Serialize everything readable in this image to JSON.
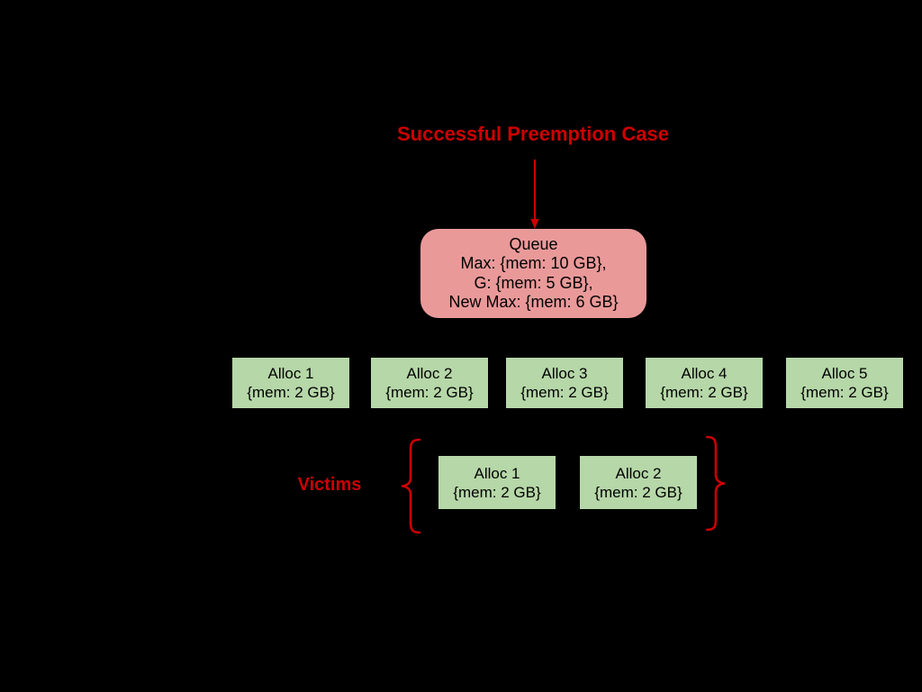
{
  "diagram": {
    "title": "Successful Preemption Case",
    "queue": {
      "lines": [
        "Queue",
        "Max: {mem: 10 GB},",
        "G: {mem: 5 GB},",
        "New Max: {mem: 6 GB}"
      ]
    },
    "allocations": [
      {
        "name": "Alloc 1",
        "mem": "{mem: 2 GB}"
      },
      {
        "name": "Alloc 2",
        "mem": "{mem: 2 GB}"
      },
      {
        "name": "Alloc 3",
        "mem": "{mem: 2 GB}"
      },
      {
        "name": "Alloc 4",
        "mem": "{mem: 2 GB}"
      },
      {
        "name": "Alloc 5",
        "mem": "{mem: 2 GB}"
      }
    ],
    "victims": {
      "label": "Victims",
      "items": [
        {
          "name": "Alloc 1",
          "mem": "{mem: 2 GB}"
        },
        {
          "name": "Alloc 2",
          "mem": "{mem: 2 GB}"
        }
      ]
    },
    "colors": {
      "background": "#000000",
      "accent_red": "#cc0000",
      "queue_fill": "#ea9999",
      "alloc_fill": "#b6d7a8",
      "node_text": "#000000"
    }
  }
}
